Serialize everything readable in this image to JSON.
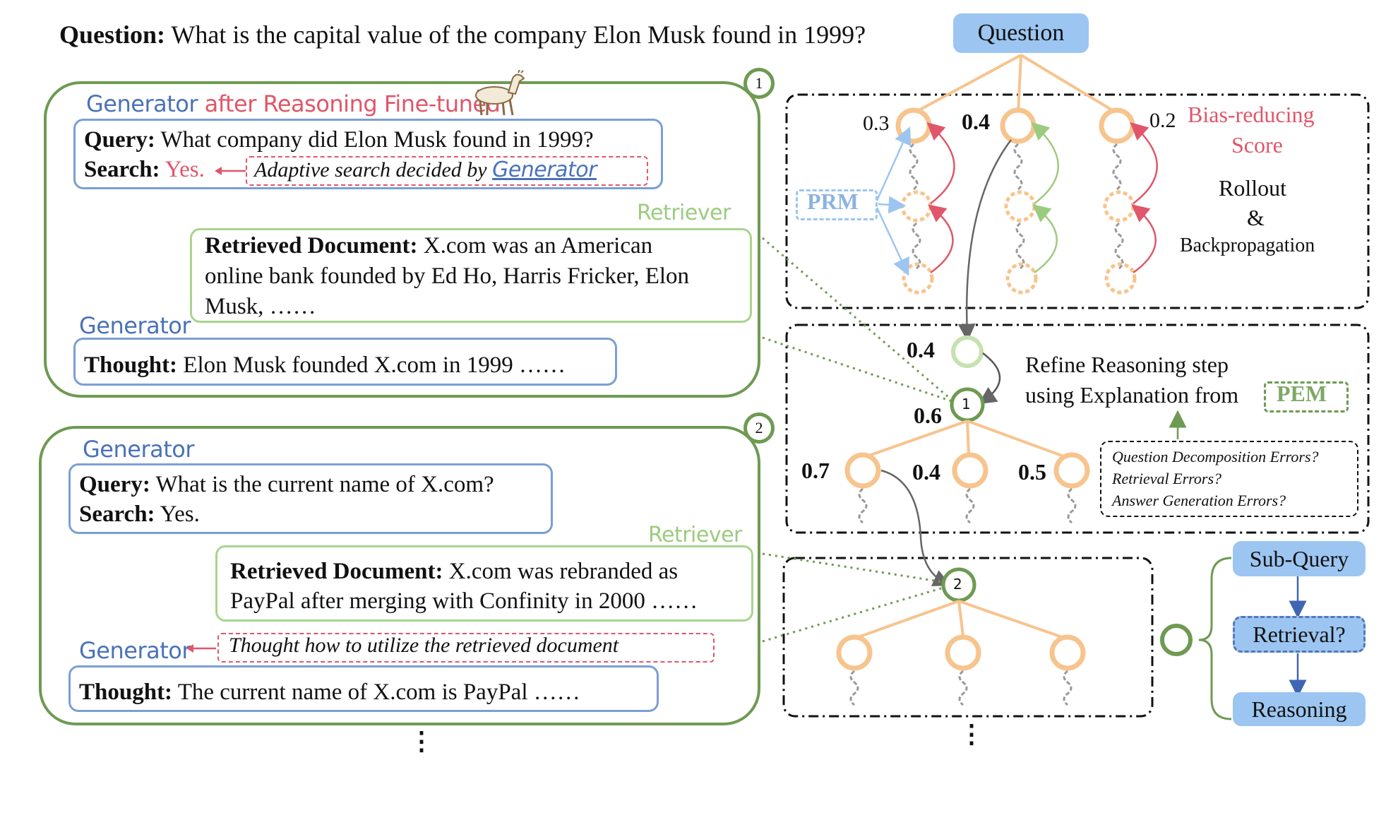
{
  "question": {
    "label": "Question:",
    "text": "What is the capital value of the company Elon Musk found in 1999?",
    "node_label": "Question"
  },
  "step1": {
    "number": "1",
    "generator_label": "Generator",
    "generator_suffix": "after Reasoning Fine-tuned",
    "query_label": "Query:",
    "query_text": "What company did Elon Musk found in 1999?",
    "search_label": "Search:",
    "search_value": "Yes.",
    "adaptive_note": "Adaptive search decided by",
    "adaptive_note_actor": "Generator",
    "retriever_label": "Retriever",
    "doc_label": "Retrieved Document:",
    "doc_line1": "X.com was an American",
    "doc_line2": "online bank founded by Ed Ho, Harris Fricker, Elon",
    "doc_line3": "Musk, ……",
    "generator2_label": "Generator",
    "thought_label": "Thought:",
    "thought_text": "Elon Musk founded X.com in 1999 ……"
  },
  "step2": {
    "number": "2",
    "generator_label": "Generator",
    "query_label": "Query:",
    "query_text": "What is the current name of X.com?",
    "search_label": "Search:",
    "search_value": "Yes.",
    "retriever_label": "Retriever",
    "doc_label": "Retrieved Document:",
    "doc_line1": "X.com was rebranded as",
    "doc_line2": "PayPal after merging with Confinity in 2000 ……",
    "generator2_label": "Generator",
    "utilize_note": "Thought how to utilize the retrieved document",
    "thought_label": "Thought:",
    "thought_text": "The current name of X.com is PayPal ……"
  },
  "continuation": "⋮",
  "tree_top": {
    "scores": [
      "0.3",
      "0.4",
      "0.2"
    ],
    "prm_label": "PRM",
    "bias_line1": "Bias-reducing",
    "bias_line2": "Score",
    "rollout_line1": "Rollout",
    "rollout_line2": "&",
    "rollout_line3": "Backpropagation"
  },
  "tree_mid": {
    "selected_score": "0.4",
    "refined_score": "0.6",
    "node_number": "1",
    "refine_line1": "Refine Reasoning step",
    "refine_line2": "using Explanation from",
    "pem_label": "PEM",
    "child_scores": [
      "0.7",
      "0.4",
      "0.5"
    ],
    "errors": [
      "Question Decomposition Errors?",
      "Retrieval Errors?",
      "Answer Generation Errors?"
    ]
  },
  "tree_bottom": {
    "node_number": "2"
  },
  "legend": {
    "subquery": "Sub-Query",
    "retrieval": "Retrieval?",
    "reasoning": "Reasoning"
  },
  "colors": {
    "green": "#6e9a52",
    "blue": "#7b9fd4",
    "orange": "#f7c48e",
    "red": "#e0566a",
    "light_blue": "#9cc6f1"
  }
}
